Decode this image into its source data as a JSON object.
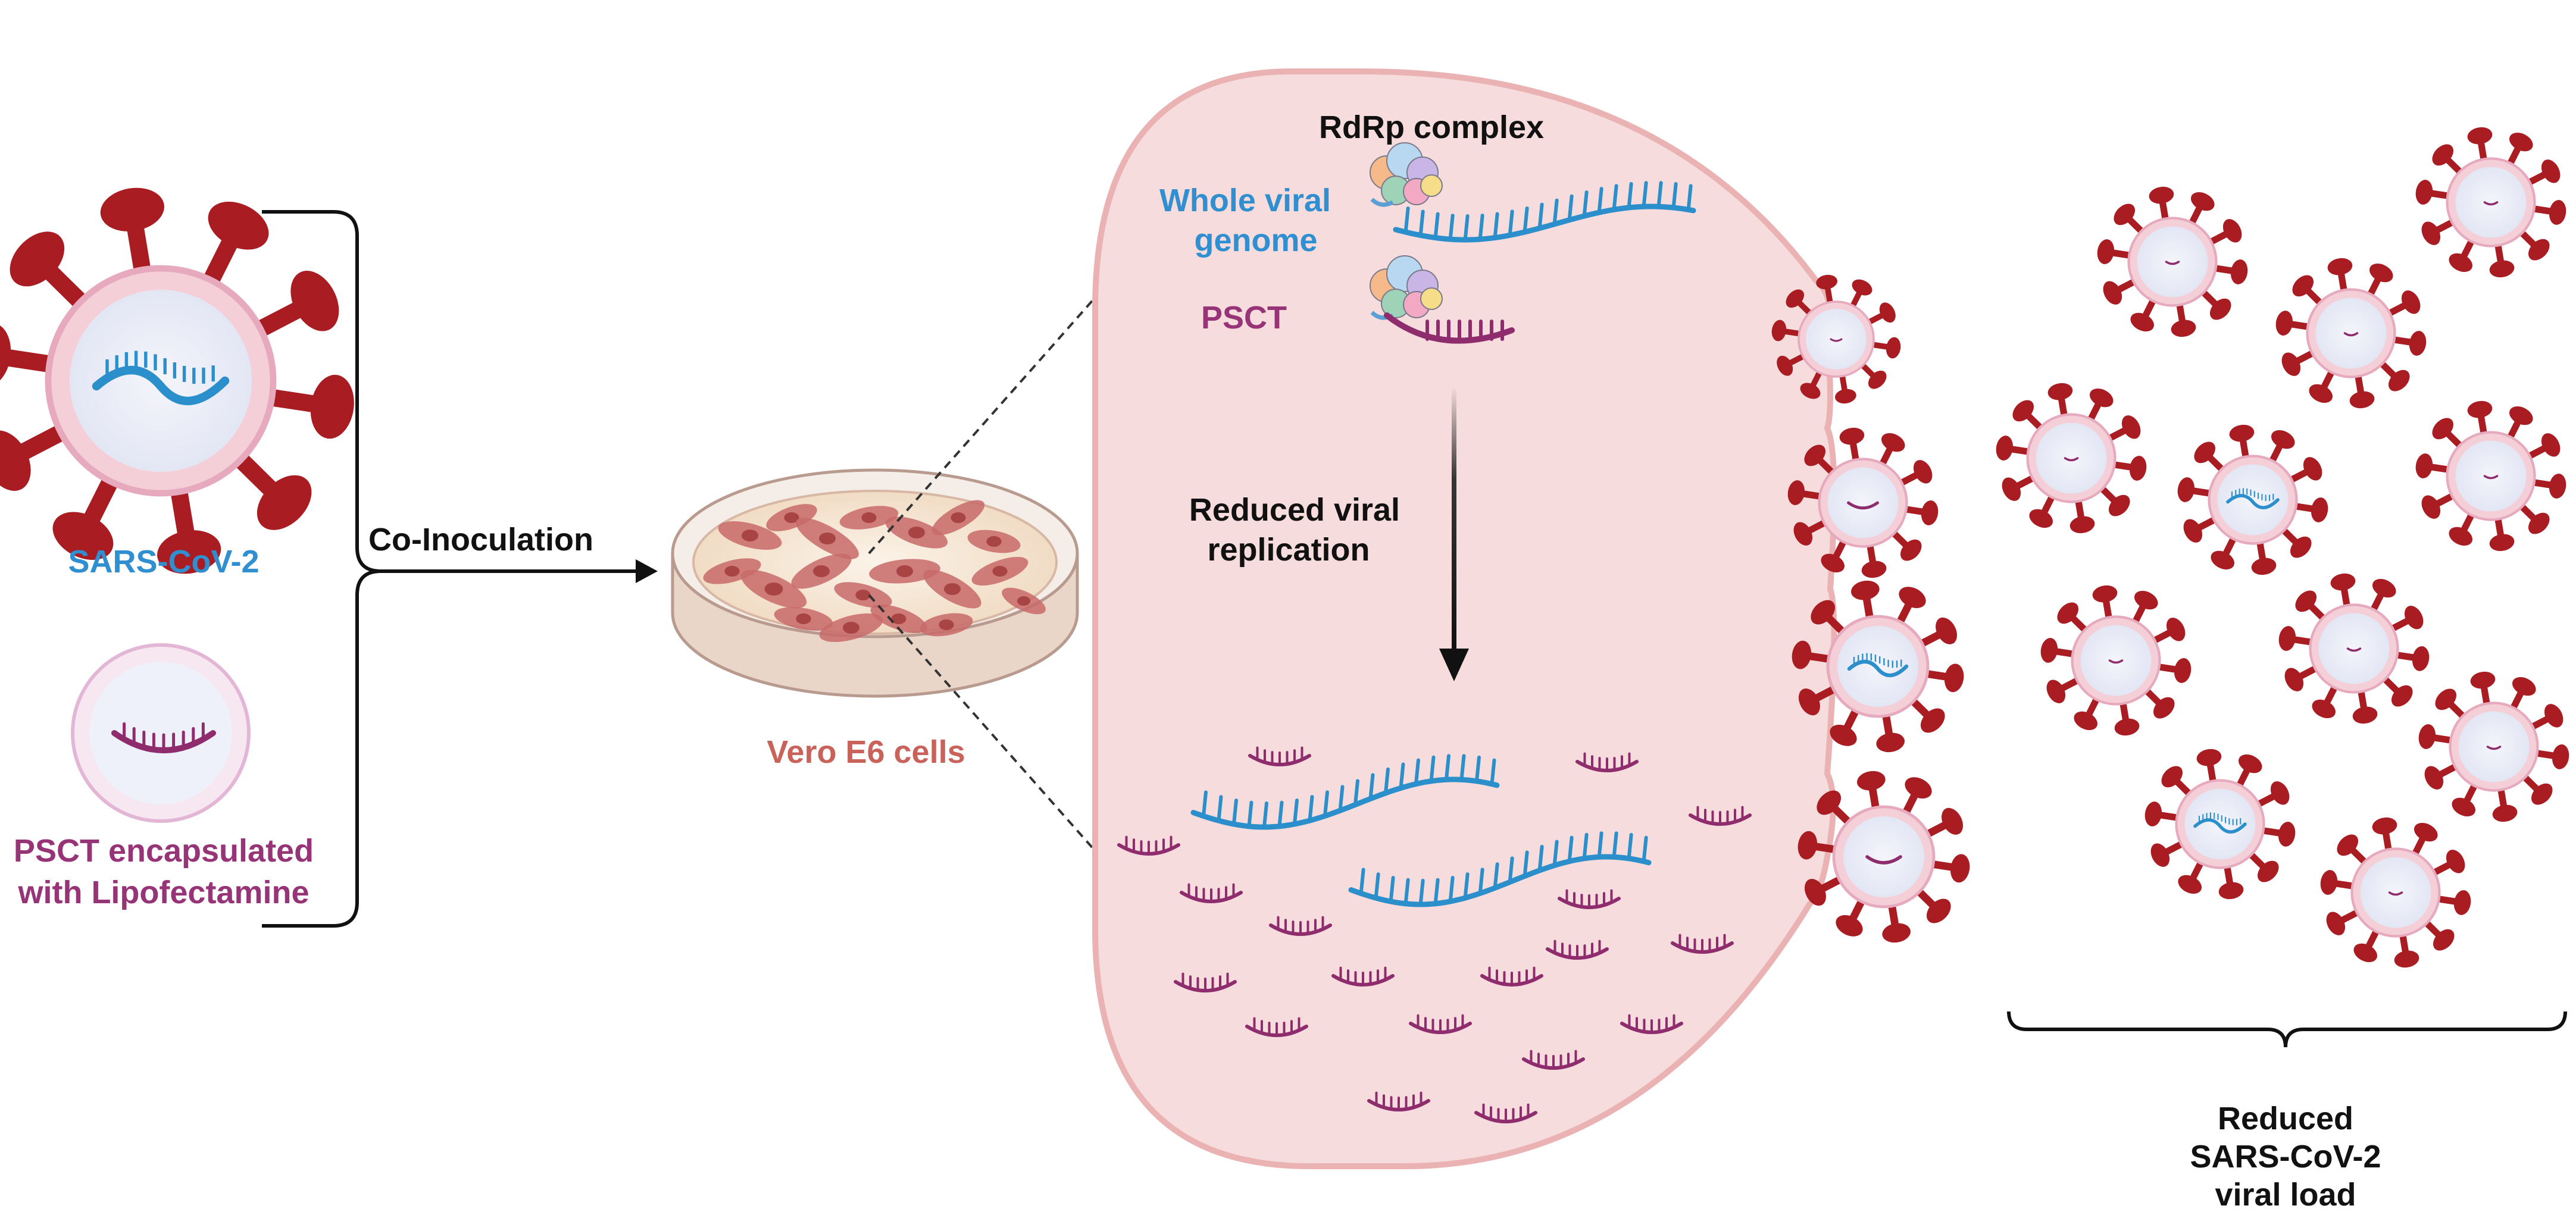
{
  "labels": {
    "sars": "SARS-CoV-2",
    "psct_line1": "PSCT encapsulated",
    "psct_line2": "with Lipofectamine",
    "coinoculation": "Co-Inoculation",
    "vero": "Vero E6 cells",
    "rdrp": "RdRp complex",
    "whole_line1": "Whole viral",
    "whole_line2": "genome",
    "psct": "PSCT",
    "reduced_line1": "Reduced viral",
    "reduced_line2": "replication",
    "load_line1": "Reduced",
    "load_line2": "SARS-CoV-2",
    "load_line3": "viral load"
  },
  "colors": {
    "virus_red": "#a81c22",
    "rna_blue": "#2b8fcc",
    "psct_purple": "#8e2c6e",
    "label_blue": "#2f8fd0",
    "label_purple": "#963477",
    "vero_text": "#c9625a",
    "cell_fill": "#f6dcdc",
    "cell_edge": "#eab2b2"
  },
  "icons": [
    "virus-icon",
    "liposome-icon",
    "petri-dish-icon",
    "rdrp-enzyme-icon",
    "rna-strand-icon",
    "arrow-icon",
    "brace-icon"
  ]
}
